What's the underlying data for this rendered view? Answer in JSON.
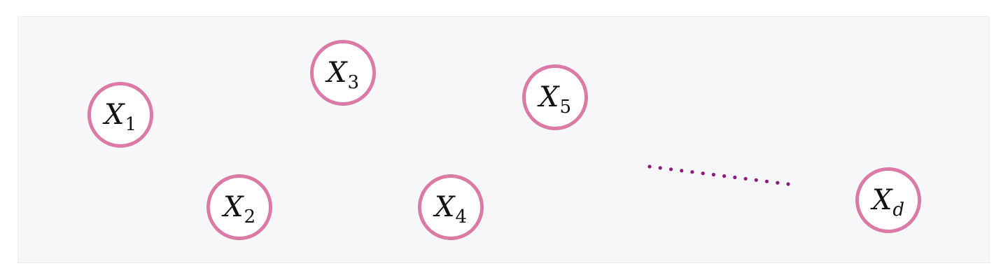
{
  "diagram": {
    "nodes": [
      {
        "id": "x1",
        "var": "X",
        "sub": "1"
      },
      {
        "id": "x2",
        "var": "X",
        "sub": "2"
      },
      {
        "id": "x3",
        "var": "X",
        "sub": "3"
      },
      {
        "id": "x4",
        "var": "X",
        "sub": "4"
      },
      {
        "id": "x5",
        "var": "X",
        "sub": "5"
      },
      {
        "id": "xd",
        "var": "X",
        "sub": "d"
      }
    ],
    "ellipsis_color": "#8e1a7c",
    "node_border_color": "#da7aa5"
  }
}
